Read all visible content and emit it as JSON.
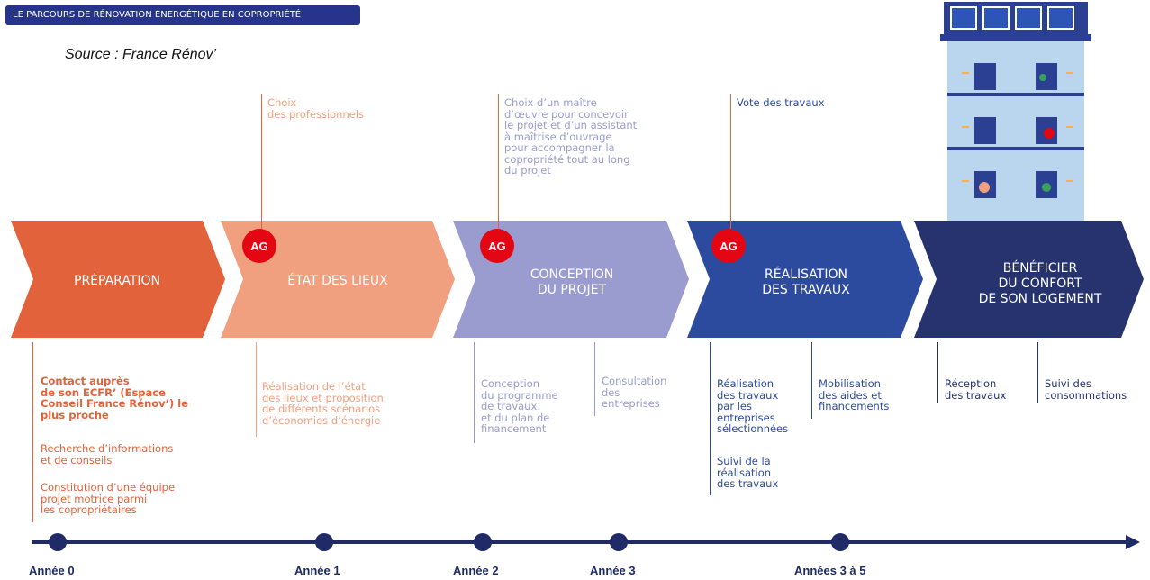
{
  "header": {
    "banner": "LE PARCOURS DE RÉNOVATION ÉNERGÉTIQUE EN COPROPRIÉTÉ",
    "source": "Source : France Rénov’"
  },
  "colors": {
    "preparation": "#e2623b",
    "etat": "#f0a07e",
    "conception": "#9a9ccf",
    "realisation": "#2d4b9e",
    "beneficier": "#27336f",
    "ag": "#e30613",
    "timeline": "#1f2a66"
  },
  "ag_label": "AG",
  "top_notes": {
    "choix_pros": [
      "Choix",
      "des professionnels"
    ],
    "maitre_oeuvre": [
      "Choix d’un maître",
      "d’œuvre pour concevoir",
      "le projet et d’un assistant",
      "à maîtrise d’ouvrage",
      "pour accompagner la",
      "copropriété tout au long",
      "du projet"
    ],
    "vote": [
      "Vote des travaux"
    ]
  },
  "steps": {
    "preparation": [
      "PRÉPARATION"
    ],
    "etat": [
      "ÉTAT DES LIEUX"
    ],
    "conception": [
      "CONCEPTION",
      "DU PROJET"
    ],
    "realisation": [
      "RÉALISATION",
      "DES TRAVAUX"
    ],
    "beneficier": [
      "BÉNÉFICIER",
      "DU CONFORT",
      "DE SON LOGEMENT"
    ]
  },
  "notes": {
    "contact": [
      "Contact auprès",
      "de son ECFR’ (Espace",
      "Conseil France Rénov’) le",
      "plus proche"
    ],
    "recherche": [
      "Recherche d’informations",
      "et de conseils"
    ],
    "constitution": [
      "Constitution d’une équipe",
      "projet motrice parmi",
      "les copropriétaires"
    ],
    "etat": [
      "Réalisation de l’état",
      "des lieux et proposition",
      "de différents scénarios",
      "d’économies d’énergie"
    ],
    "programme": [
      "Conception",
      "du programme",
      "de travaux",
      "et du plan de",
      "financement"
    ],
    "consultation": [
      "Consultation",
      "des",
      "entreprises"
    ],
    "realisation_travaux": [
      "Réalisation",
      "des travaux",
      "par les",
      "entreprises",
      "sélectionnées"
    ],
    "suivi_realisation": [
      "Suivi de la",
      "réalisation",
      "des travaux"
    ],
    "mobilisation": [
      "Mobilisation",
      "des aides et",
      "financements"
    ],
    "reception": [
      "Réception",
      "des travaux"
    ],
    "suivi_conso": [
      "Suivi des",
      "consommations"
    ]
  },
  "timeline": [
    "Année 0",
    "Année 1",
    "Année 2",
    "Année 3",
    "Années 3 à 5"
  ]
}
